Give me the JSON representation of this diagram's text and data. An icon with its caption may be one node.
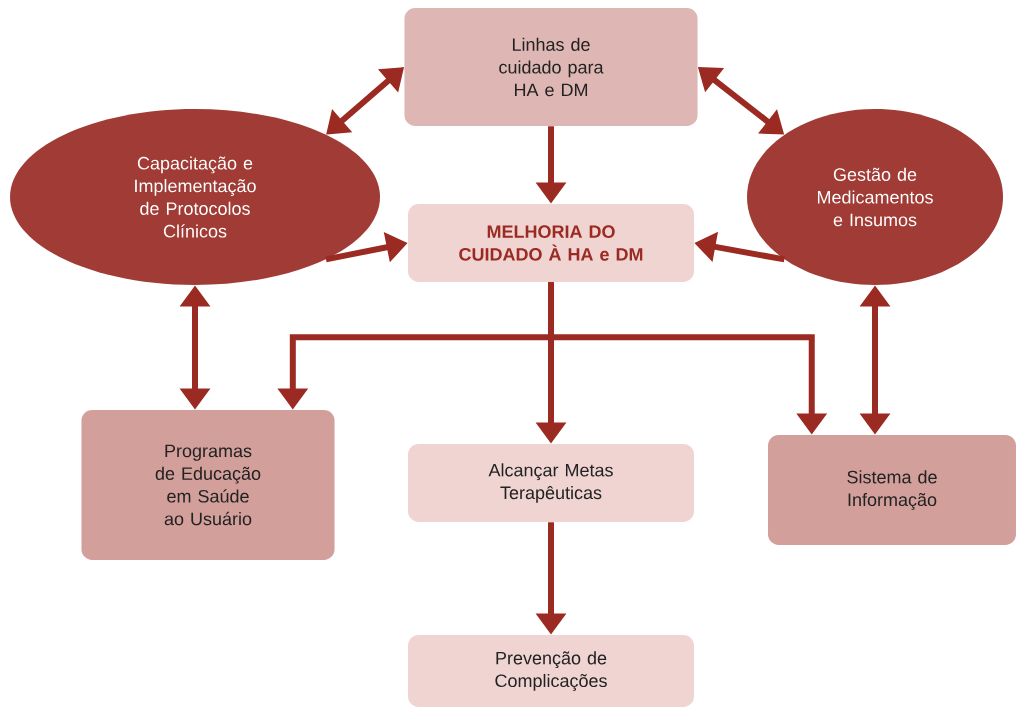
{
  "diagram": {
    "nodes": [
      {
        "text": [
          "Linhas de cuidado para HA e DM"
        ]
      },
      {
        "text": [
          "Capacitação e Implementação de Protocolos Clínicos"
        ]
      },
      {
        "text": [
          "MELHORIA DO CUIDADO À HA e DM"
        ]
      },
      {
        "text": [
          "Gestão de Medicamentos e Insumos"
        ]
      },
      {
        "text": [
          "Programas de Educação em Saúde ao Usuário"
        ]
      },
      {
        "text": [
          "Alcançar Metas Terapêuticas"
        ]
      },
      {
        "text": [
          "Sistema de Informação"
        ]
      },
      {
        "text": [
          "Prevenção de Complicações"
        ]
      }
    ],
    "edges": [
      {
        "from": 0,
        "to": 1,
        "arrow": "both"
      },
      {
        "from": 0,
        "to": 3,
        "arrow": "both"
      },
      {
        "from": 0,
        "to": 2,
        "arrow": "to"
      },
      {
        "from": 1,
        "to": 2,
        "arrow": "to"
      },
      {
        "from": 3,
        "to": 2,
        "arrow": "to"
      },
      {
        "from": 1,
        "to": 4,
        "arrow": "both"
      },
      {
        "from": 3,
        "to": 6,
        "arrow": "both"
      },
      {
        "from": 2,
        "to": 4,
        "arrow": "to"
      },
      {
        "from": 2,
        "to": 6,
        "arrow": "to"
      },
      {
        "from": 2,
        "to": 5,
        "arrow": "to"
      },
      {
        "from": 5,
        "to": 7,
        "arrow": "to"
      }
    ]
  }
}
